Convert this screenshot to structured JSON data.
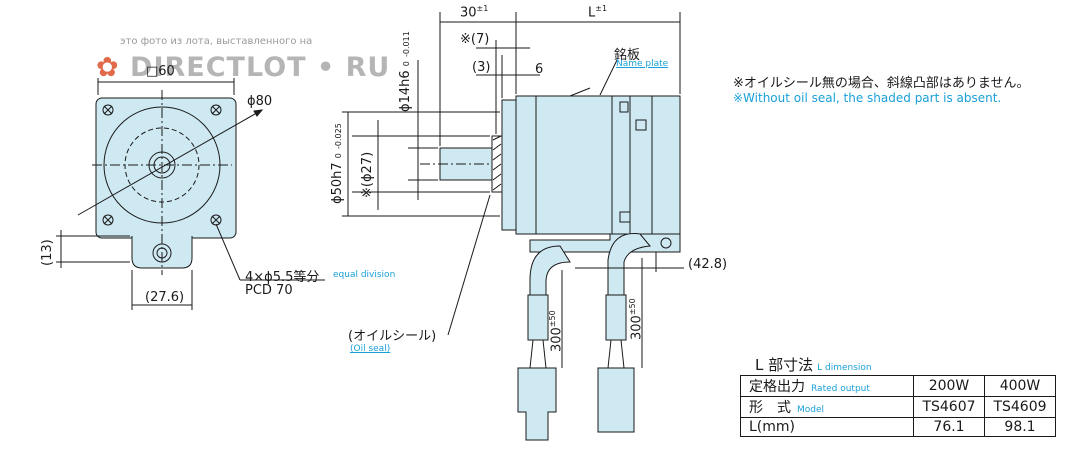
{
  "watermark": {
    "caption": "это фото из лота, выставленного на",
    "logo_text": "DIRECTLOT • RU",
    "logo_icon": "squirrel-icon"
  },
  "notes": {
    "jp": "※オイルシール無の場合、斜線凸部はありません。",
    "en": "※Without oil seal, the shaded part is absent."
  },
  "front_view": {
    "square": "□60",
    "diameter": "ϕ80",
    "holes": "4×ϕ5.5等分",
    "holes_en": "equal division",
    "pcd": "PCD 70",
    "dim_13": "(13)",
    "dim_27_6": "(27.6)"
  },
  "side_view": {
    "dim_30": "30",
    "dim_30_tol": "±1",
    "dim_L": "L",
    "dim_L_tol": "±1",
    "dim_7": "※(7)",
    "dim_3": "(3)",
    "dim_6": "6",
    "nameplate_jp": "銘板",
    "nameplate_en": "Name plate",
    "shaft_dia": "ϕ14h6",
    "shaft_tol": "-0.011",
    "shaft_tol0": "0",
    "pilot_dia": "ϕ50h7",
    "pilot_tol": "-0.025",
    "pilot_tol0": "0",
    "seal_dia": "※(ϕ27)",
    "oil_seal_jp": "(オイルシール)",
    "oil_seal_en": "(Oil seal)",
    "dim_42_8": "(42.8)",
    "cable1": "300",
    "cable1_tol": "±50",
    "cable2": "300",
    "cable2_tol": "±50"
  },
  "l_table": {
    "title": "L 部寸法",
    "title_en": "L dimension",
    "rows": [
      {
        "label": "定格出力",
        "label_en": "Rated output",
        "values": [
          "200W",
          "400W"
        ]
      },
      {
        "label": "形　式",
        "label_en": "Model",
        "values": [
          "TS4607",
          "TS4609"
        ]
      },
      {
        "label": "L(mm)",
        "label_en": "",
        "values": [
          "76.1",
          "98.1"
        ]
      }
    ]
  },
  "colors": {
    "body_fill": "#cfe9f3",
    "line": "#1a1a1a",
    "accent": "#1aa0d8"
  }
}
